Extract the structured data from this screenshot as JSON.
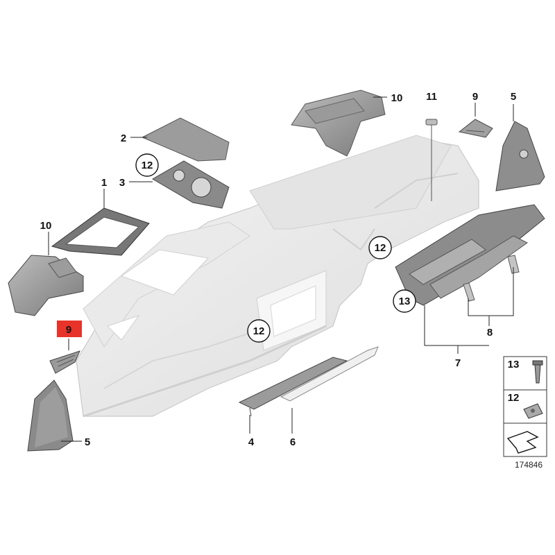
{
  "diagram": {
    "diagram_number": "174846",
    "part_labels": {
      "p1": "1",
      "p2": "2",
      "p3": "3",
      "p4": "4",
      "p5_top": "5",
      "p5_bottom": "5",
      "p6": "6",
      "p7": "7",
      "p8": "8",
      "p9_top": "9",
      "p9_highlight": "9",
      "p10_top": "10",
      "p10_left": "10",
      "p11": "11",
      "c12_a": "12",
      "c12_b": "12",
      "c12_c": "12",
      "c13": "13"
    },
    "legend": {
      "row1_label": "13",
      "row2_label": "12"
    },
    "highlight_color": "#e8332a"
  }
}
